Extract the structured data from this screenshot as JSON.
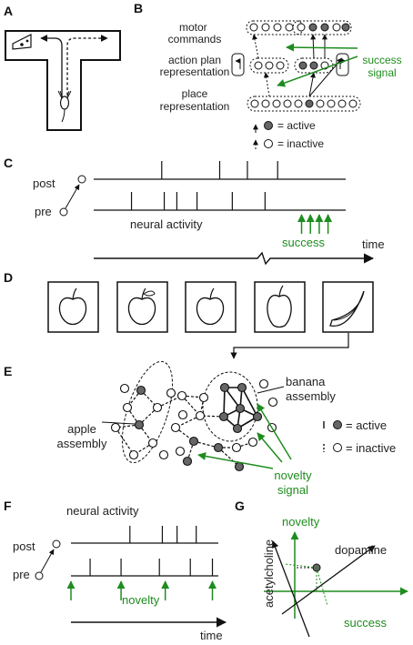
{
  "colors": {
    "green": "#1e8c1e",
    "black": "#111111",
    "active_fill": "#666666"
  },
  "panels": {
    "A": {
      "letter": "A",
      "icons": [
        "cheese-icon",
        "mouse-icon"
      ]
    },
    "B": {
      "letter": "B",
      "motor_commands": "motor\ncommands",
      "action_plan": "action plan\nrepresentation",
      "place": "place\nrepresentation",
      "success_signal": "success\nsignal",
      "legend_active": "= active",
      "legend_inactive": "= inactive"
    },
    "C": {
      "letter": "C",
      "post": "post",
      "pre": "pre",
      "neural_activity": "neural activity",
      "success": "success",
      "time": "time",
      "post_spikes": [
        0.27,
        0.5,
        0.61,
        0.73
      ],
      "pre_spikes": [
        0.15,
        0.28,
        0.33,
        0.41,
        0.55,
        0.68
      ],
      "success_marks": [
        0.825,
        0.86,
        0.895,
        0.93
      ]
    },
    "D": {
      "letter": "D",
      "objects": [
        "apple-icon",
        "apple-leaf-icon",
        "apple-round-icon",
        "apple-tall-icon",
        "banana-icon"
      ]
    },
    "E": {
      "letter": "E",
      "banana_assembly": "banana\nassembly",
      "apple_assembly": "apple\nassembly",
      "novelty_signal": "novelty\nsignal",
      "legend_active": "= active",
      "legend_inactive": "= inactive"
    },
    "F": {
      "letter": "F",
      "neural_activity": "neural activity",
      "post": "post",
      "pre": "pre",
      "novelty": "novelty",
      "time": "time",
      "post_spikes": [
        0.4,
        0.62,
        0.72,
        0.85
      ],
      "pre_spikes": [
        0.13,
        0.34,
        0.6,
        0.81,
        0.96
      ],
      "novelty_marks": [
        0.0,
        0.34,
        0.64,
        0.96
      ]
    },
    "G": {
      "letter": "G",
      "novelty": "novelty",
      "acetylcholine": "acetylcholine",
      "dopamine": "dopamine",
      "success": "success"
    }
  }
}
